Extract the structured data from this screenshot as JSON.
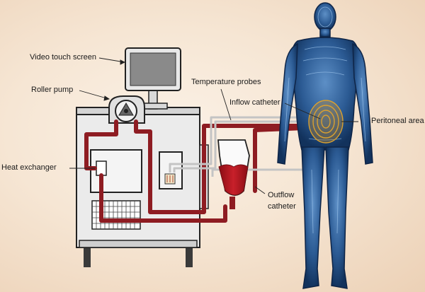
{
  "labels": {
    "video_touch_screen": "Video touch screen",
    "roller_pump": "Roller pump",
    "temperature_probes": "Temperature probes",
    "inflow_catheter": "Inflow catheter",
    "peritoneal_area": "Peritoneal area",
    "heat_exchanger": "Heat exchanger",
    "outflow_catheter_line1": "Outflow",
    "outflow_catheter_line2": "catheter"
  },
  "colors": {
    "tubing": "#8e1c22",
    "machine_body": "#ebebeb",
    "probe_wire": "#c8c8c8",
    "fluid": "#b3131c",
    "body_silhouette": "#1b3f73",
    "peritoneum": "#d9a030"
  }
}
